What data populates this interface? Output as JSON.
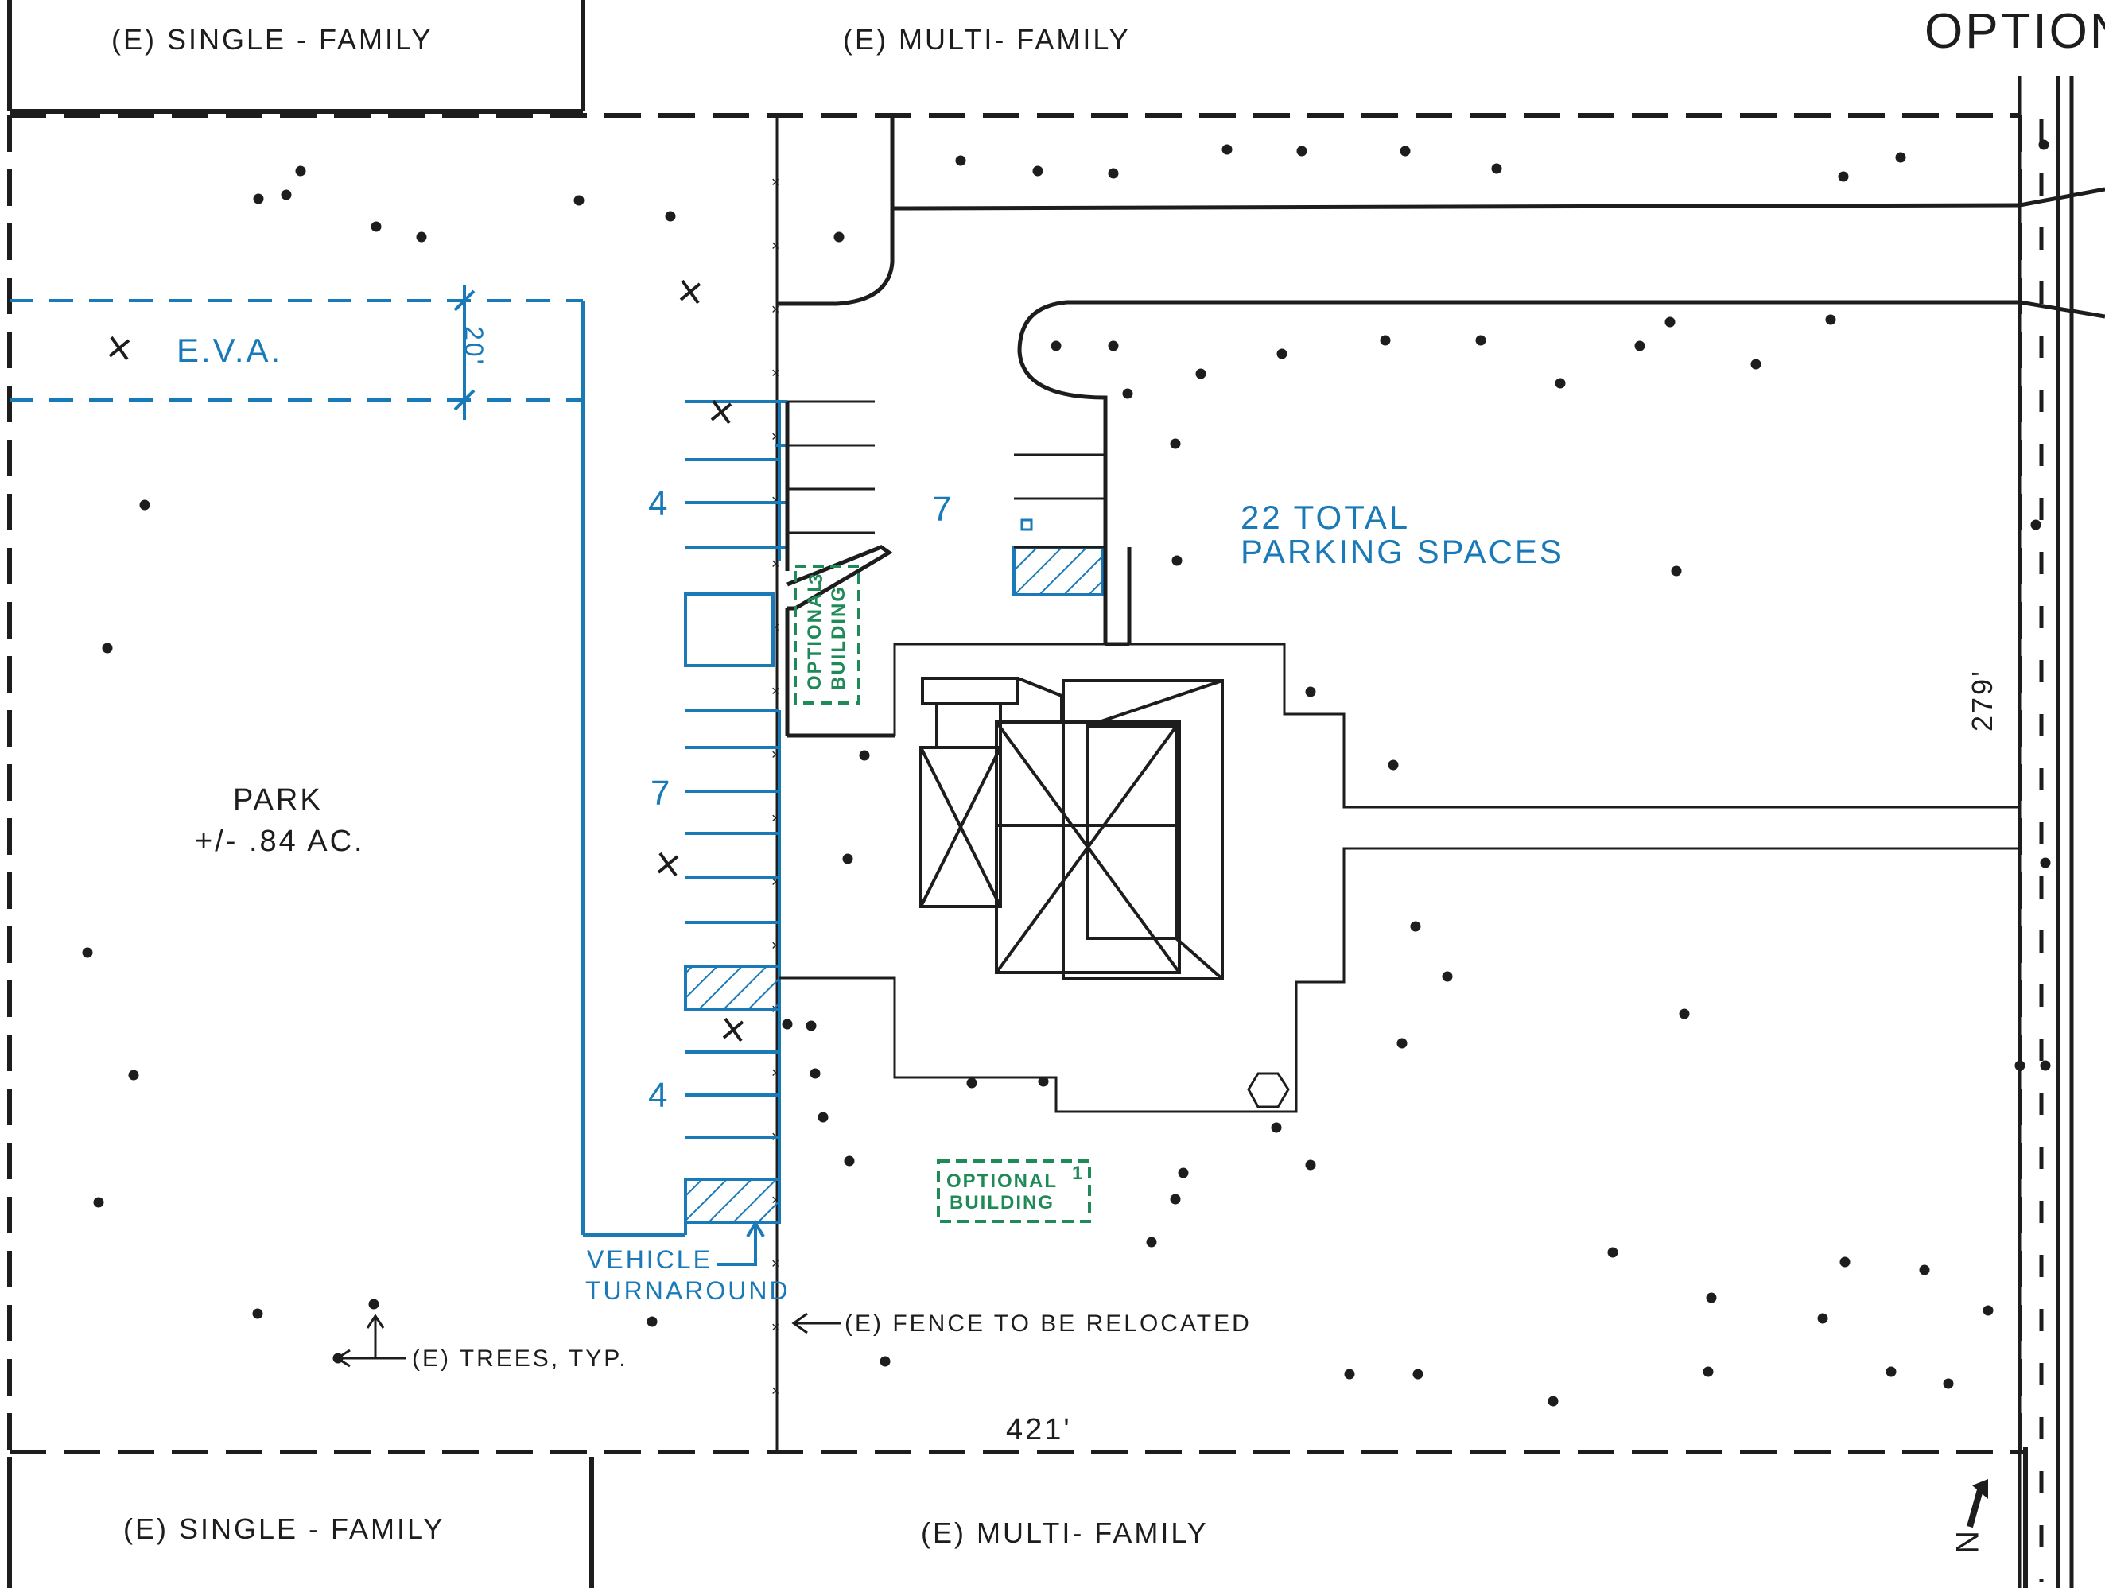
{
  "title": "OPTION",
  "neighbors": {
    "top_left": "(E) SINGLE - FAMILY",
    "top_center": "(E) MULTI- FAMILY",
    "bottom_left": "(E) SINGLE - FAMILY",
    "bottom_center": "(E) MULTI- FAMILY"
  },
  "eva": {
    "label": "E.V.A.",
    "width": "20'"
  },
  "park": {
    "label": "PARK",
    "area": "+/- .84 AC."
  },
  "parking": {
    "row_counts": [
      "4",
      "7",
      "7",
      "4"
    ],
    "total_line1": "22 TOTAL",
    "total_line2": "PARKING SPACES"
  },
  "optional_buildings": [
    {
      "line1": "OPTIONAL",
      "number": "3",
      "line2": "BUILDING"
    },
    {
      "line1": "OPTIONAL",
      "number": "1",
      "line2": "BUILDING"
    }
  ],
  "notes": {
    "turnaround_line1": "VEHICLE",
    "turnaround_line2": "TURNAROUND",
    "fence": "(E) FENCE TO BE RELOCATED",
    "trees": "(E) TREES, TYP."
  },
  "dimensions": {
    "frontage": "279'",
    "depth": "421'"
  },
  "north_arrow": "N",
  "colors": {
    "ink": "#1d1d1d",
    "blue": "#1a7ab8",
    "green": "#1f8a57"
  }
}
